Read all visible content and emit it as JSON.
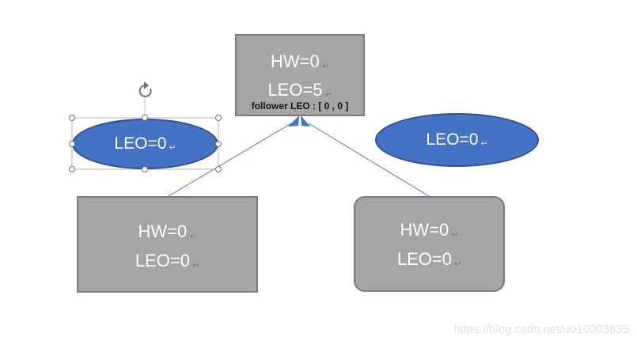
{
  "leader": {
    "hw": "HW=0",
    "leo": "LEO=5",
    "follower_leo": "follower LEO : [ 0 , 0 ]"
  },
  "follower_left": {
    "hw": "HW=0",
    "leo": "LEO=0"
  },
  "follower_right": {
    "hw": "HW=0",
    "leo": "LEO=0"
  },
  "ellipse_left": {
    "label": "LEO=0"
  },
  "ellipse_right": {
    "label": "LEO=0"
  },
  "paragraph_mark": "↵",
  "watermark": "https://blog.csdn.net/u010003835",
  "colors": {
    "box_fill": "#a5a5a5",
    "box_border": "#7b7b7b",
    "ellipse_fill": "#4472c4",
    "arrow": "#4472c4"
  },
  "icons": {
    "rotate": "rotate-handle-icon"
  }
}
